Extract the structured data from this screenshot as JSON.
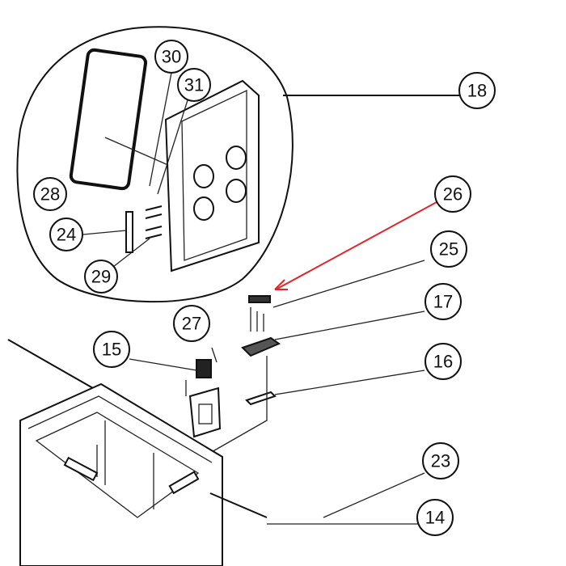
{
  "diagram": {
    "callouts": [
      {
        "label": "30"
      },
      {
        "label": "31"
      },
      {
        "label": "18"
      },
      {
        "label": "28"
      },
      {
        "label": "24"
      },
      {
        "label": "29"
      },
      {
        "label": "26"
      },
      {
        "label": "25"
      },
      {
        "label": "17"
      },
      {
        "label": "27"
      },
      {
        "label": "15"
      },
      {
        "label": "16"
      },
      {
        "label": "23"
      },
      {
        "label": "14"
      }
    ],
    "highlight_color": "#e0262b"
  }
}
